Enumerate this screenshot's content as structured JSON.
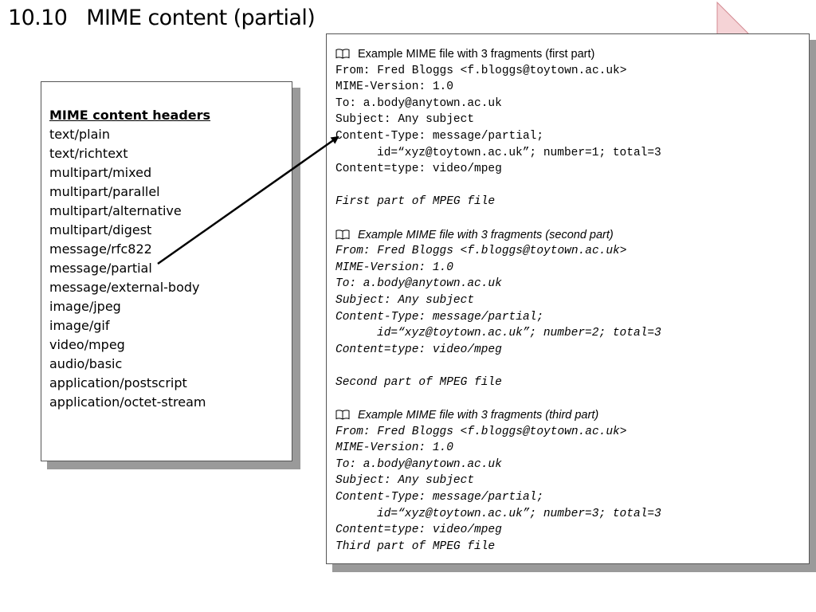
{
  "slide": {
    "title": "10.10   MIME content (partial)"
  },
  "left_panel": {
    "heading": "MIME content headers",
    "items": [
      "text/plain",
      "text/richtext",
      "multipart/mixed",
      "multipart/parallel",
      "multipart/alternative",
      "multipart/digest",
      "message/rfc822",
      "message/partial",
      "message/external-body",
      "image/jpeg",
      "image/gif",
      "video/mpeg",
      "audio/basic",
      "application/postscript",
      "application/octet-stream"
    ]
  },
  "fragments": [
    {
      "icon": "book-icon",
      "caption": "Example MIME file with 3 fragments (first part)",
      "from": "From: Fred Bloggs <f.bloggs@toytown.ac.uk>",
      "mime_version": "MIME-Version: 1.0",
      "to": "To: a.body@anytown.ac.uk",
      "subject": "Subject: Any subject",
      "content_type": "Content-Type: message/partial;",
      "id_line": "id=“xyz@toytown.ac.uk”; number=1; total=3",
      "content_type2": "Content=type: video/mpeg",
      "body": "First part of MPEG file"
    },
    {
      "icon": "book-icon",
      "caption": "Example MIME file with 3 fragments (second part)",
      "from": "From: Fred Bloggs <f.bloggs@toytown.ac.uk>",
      "mime_version": "MIME-Version: 1.0",
      "to": "To: a.body@anytown.ac.uk",
      "subject": "Subject: Any subject",
      "content_type": "Content-Type: message/partial;",
      "id_line": "id=“xyz@toytown.ac.uk”; number=2; total=3",
      "content_type2": "Content=type: video/mpeg",
      "body": "Second part of MPEG file"
    },
    {
      "icon": "book-icon",
      "caption": "Example MIME file with 3 fragments (third part)",
      "from": "From: Fred Bloggs <f.bloggs@toytown.ac.uk>",
      "mime_version": "MIME-Version: 1.0",
      "to": "To: a.body@anytown.ac.uk",
      "subject": "Subject: Any subject",
      "content_type": "Content-Type: message/partial;",
      "id_line": "id=“xyz@toytown.ac.uk”; number=3; total=3",
      "content_type2": "Content=type: video/mpeg",
      "body": "Third part of MPEG file"
    }
  ],
  "colors": {
    "shadow": "#9a9a9a",
    "corner_fill": "#f5d3d6",
    "corner_stroke": "#d48a92"
  }
}
